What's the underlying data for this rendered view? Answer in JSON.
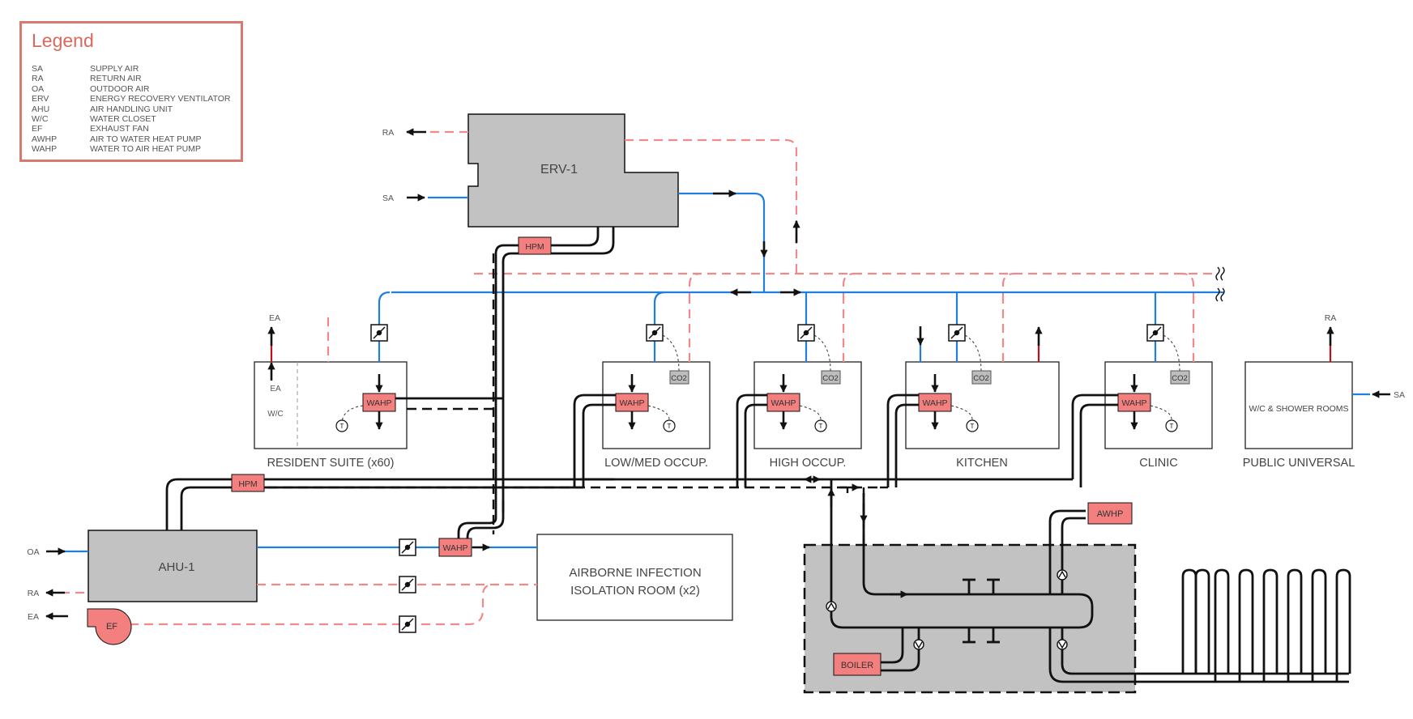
{
  "legend": {
    "title": "Legend",
    "items": [
      {
        "abbr": "SA",
        "text": "SUPPLY AIR"
      },
      {
        "abbr": "RA",
        "text": "RETURN AIR"
      },
      {
        "abbr": "OA",
        "text": "OUTDOOR AIR"
      },
      {
        "abbr": "ERV",
        "text": "ENERGY RECOVERY VENTILATOR"
      },
      {
        "abbr": "AHU",
        "text": "AIR HANDLING UNIT"
      },
      {
        "abbr": "W/C",
        "text": "WATER CLOSET"
      },
      {
        "abbr": "EF",
        "text": "EXHAUST FAN"
      },
      {
        "abbr": "AWHP",
        "text": "AIR TO WATER HEAT PUMP"
      },
      {
        "abbr": "WAHP",
        "text": "WATER TO AIR HEAT PUMP"
      }
    ]
  },
  "equipment": {
    "erv": "ERV-1",
    "ahu": "AHU-1",
    "hpm": "HPM",
    "wahp": "WAHP",
    "awhp": "AWHP",
    "boiler": "BOILER",
    "ef": "EF"
  },
  "rooms": {
    "resident": "RESIDENT SUITE (x60)",
    "lowmed": "LOW/MED OCCUP.",
    "high": "HIGH OCCUP.",
    "kitchen": "KITCHEN",
    "clinic": "CLINIC",
    "public": "PUBLIC UNIVERSAL",
    "wc_shower": "W/C & SHOWER ROOMS",
    "isolation_line1": "AIRBORNE INFECTION",
    "isolation_line2": "ISOLATION ROOM (x2)"
  },
  "labels": {
    "ra": "RA",
    "sa": "SA",
    "oa": "OA",
    "ea": "EA",
    "wc": "W/C",
    "co2": "CO2",
    "t": "T"
  },
  "colors": {
    "supply": "#1e7fe0",
    "return": "#f08a8a",
    "pipe": "#111111",
    "equipment": "#c2c2c2",
    "unit": "#f47f7f",
    "exhaust": "#c0101a",
    "legend": "#d9796f"
  }
}
